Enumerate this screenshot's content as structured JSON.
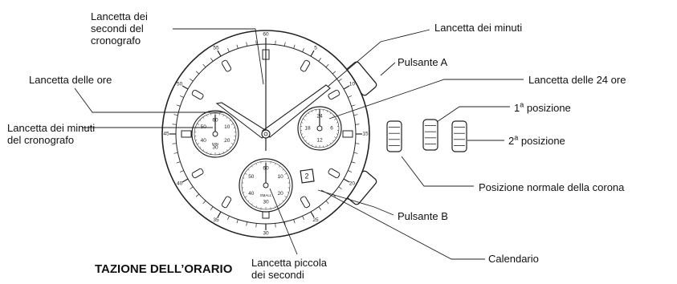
{
  "labels": {
    "chrono_second_hand": [
      "Lancetta dei",
      "secondi del",
      "cronografo"
    ],
    "minute_hand": "Lancetta dei minuti",
    "button_a": "Pulsante A",
    "hour_hand": "Lancetta delle ore",
    "hand_24h": "Lancetta delle 24 ore",
    "pos_1_num": "1",
    "pos_1_sup": "a",
    "pos_1_text": " posizione",
    "chrono_minute_hand": [
      "Lancetta dei minuti",
      "del cronografo"
    ],
    "pos_2_num": "2",
    "pos_2_sup": "a",
    "pos_2_text": " posizione",
    "crown_normal": "Posizione normale della corona",
    "button_b": "Pulsante B",
    "calendar": "Calendario",
    "small_second_hand": [
      "Lancetta piccola",
      "dei secondi"
    ]
  },
  "heading": "TAZIONE DELL’ORARIO",
  "dial": {
    "bezel_numbers": [
      "60",
      "5",
      "10",
      "15",
      "20",
      "25",
      "30",
      "35",
      "40",
      "45",
      "50",
      "55"
    ],
    "left_subdial": [
      "60",
      "10",
      "20",
      "30",
      "40",
      "50"
    ],
    "left_subdial_mark": "MIN",
    "right_subdial": [
      "24",
      "6",
      "12",
      "18"
    ],
    "bottom_subdial": [
      "60",
      "10",
      "20",
      "30",
      "40",
      "50"
    ],
    "bottom_subdial_mark": "SMALL",
    "date": "2"
  },
  "colors": {
    "ink": "#222222",
    "paper": "#ffffff"
  }
}
